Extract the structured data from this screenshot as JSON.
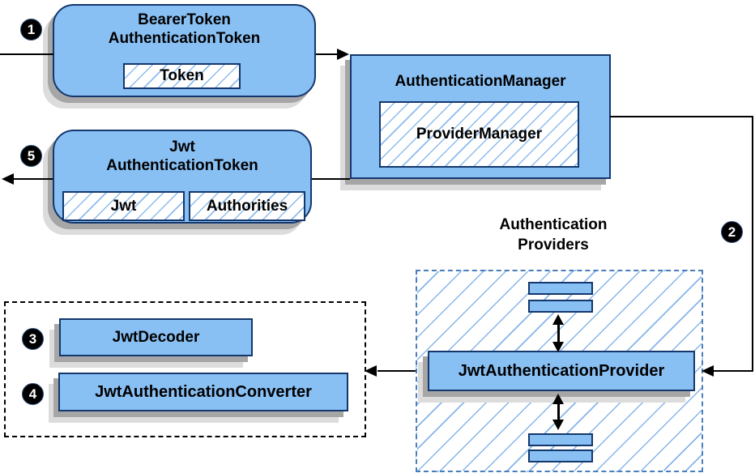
{
  "nodes": {
    "bearer_token": {
      "line1": "BearerToken",
      "line2": "AuthenticationToken",
      "chip": "Token"
    },
    "authentication_manager": {
      "title": "AuthenticationManager",
      "chip": "ProviderManager"
    },
    "jwt_authentication_token": {
      "line1": "Jwt",
      "line2": "AuthenticationToken",
      "chip_jwt": "Jwt",
      "chip_authorities": "Authorities"
    },
    "authentication_providers": {
      "label_line1": "Authentication",
      "label_line2": "Providers",
      "provider": "JwtAuthenticationProvider"
    },
    "decoder_group": {
      "decoder": "JwtDecoder",
      "converter": "JwtAuthenticationConverter"
    }
  },
  "steps": {
    "s1": "1",
    "s2": "2",
    "s3": "3",
    "s4": "4",
    "s5": "5"
  },
  "colors": {
    "node_fill": "#89c0f4",
    "node_border": "#14376d",
    "hatch_line": "#85b4ea",
    "dashed_blue_border": "#4a7ebb",
    "connector": "#000000",
    "shadow_dark": "#a6a6a6",
    "shadow_light": "#dcdcdc"
  }
}
